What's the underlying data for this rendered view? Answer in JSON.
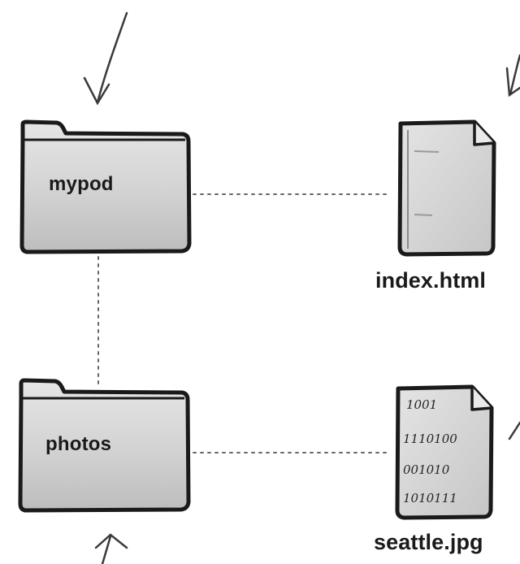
{
  "nodes": {
    "mypod": {
      "label": "mypod",
      "icon": "folder-icon"
    },
    "photos": {
      "label": "photos",
      "icon": "folder-icon"
    },
    "index": {
      "label": "index.html",
      "icon": "text-document-icon"
    },
    "seattle": {
      "label": "seattle.jpg",
      "icon": "binary-file-icon",
      "binary_lines": [
        "1001",
        "1110100",
        "001010",
        "1010111"
      ]
    }
  },
  "colors": {
    "ink": "#1a1a1a",
    "fill": "#d8d8d8",
    "connector": "#666666"
  }
}
